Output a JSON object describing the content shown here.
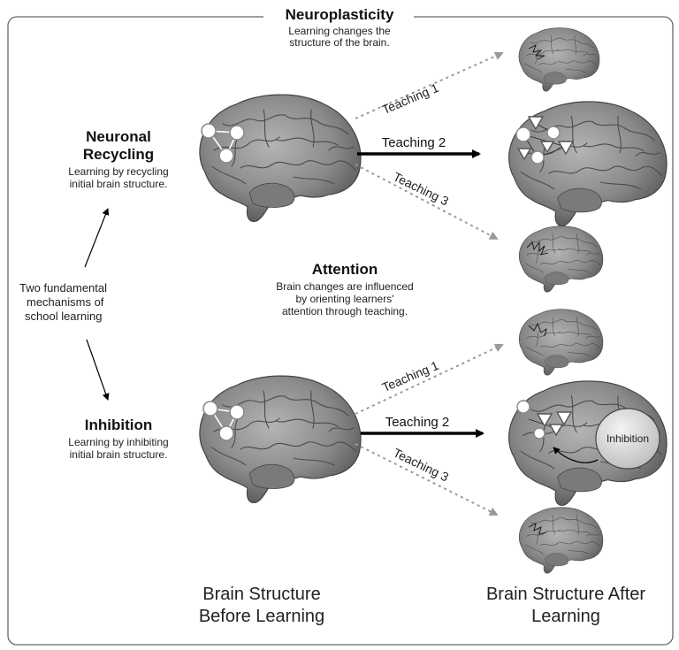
{
  "title": "Neuroplasticity",
  "subtitle_line1": "Learning changes the",
  "subtitle_line2": "structure of the brain.",
  "recycling": {
    "title_line1": "Neuronal",
    "title_line2": "Recycling",
    "desc_line1": "Learning by recycling",
    "desc_line2": "initial brain structure."
  },
  "inhibition": {
    "title": "Inhibition",
    "desc_line1": "Learning by inhibiting",
    "desc_line2": "initial brain structure.",
    "bubble_label": "Inhibition"
  },
  "mechanisms": {
    "line1": "Two fundamental",
    "line2": "mechanisms of",
    "line3": "school learning"
  },
  "attention": {
    "title": "Attention",
    "line1": "Brain changes are influenced",
    "line2": "by orienting learners'",
    "line3": "attention through teaching."
  },
  "teaching": {
    "t1": "Teaching 1",
    "t2": "Teaching 2",
    "t3": "Teaching 3"
  },
  "footer": {
    "before_line1": "Brain Structure",
    "before_line2": "Before Learning",
    "after_line1": "Brain Structure After",
    "after_line2": "Learning"
  },
  "colors": {
    "brain_fill": "#8a8a8a",
    "brain_dark": "#5c5c5c",
    "dotted_arrow": "#9a9a9a",
    "bold_arrow": "#000000"
  }
}
